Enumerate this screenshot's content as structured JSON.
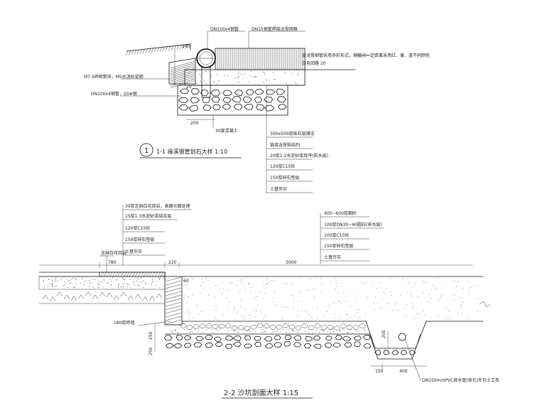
{
  "section_1_1": {
    "number": "1",
    "title": "1-1 缘溪钢管划石大样  1:10",
    "labels": {
      "pipe_top": "DN150x4钢管",
      "planting": "DN15钢管焊接龙骨网格",
      "left_mortar": "M7.5砖砌筑块，M5水泥砂浆砌",
      "left_pipe": "DN100x4钢管，20#钢",
      "bottom_anchor": "30度混凝土",
      "dim_240": "240",
      "dim_20": "20",
      "dim_200": "200",
      "right_note_1": "层龙骨钢管采用多彩形式，钢管间一定距离采用红、黄、蓝不同颜色",
      "right_note_2": "白色回路 20"
    },
    "layers": [
      "300x500厚砾石层铺设",
      "链接龙骨粘结剂",
      "20厚1:2水泥砂浆找平(防水层)",
      "120厚C15砼",
      "150厚碎石垫层",
      "土基夯实"
    ]
  },
  "section_2_2": {
    "title": "2-2 沙坑剖面大样  1:15",
    "left_layers": [
      "30厚芝麻白花岗岩，表面光面处理",
      "15厚1:3水泥砂浆结合层",
      "120厚C15砼",
      "150厚碎石垫层",
      "土基夯实"
    ],
    "right_layers": [
      "400~600厚细砂",
      "100厚DN30~60圆石(排水层)",
      "100厚C15砼",
      "150厚碎石垫层",
      "土基夯实"
    ],
    "dims": {
      "d780": "780",
      "d220": "220",
      "d3000": "3000",
      "d150": "150",
      "d400": "400",
      "d200": "200",
      "d60": "60",
      "d250a": "250",
      "d250b": "250"
    },
    "labels": {
      "edge": "芝麻白花岗岩",
      "wall": "180厚砖墙",
      "pipe": "DN150mmPVC排水管(穿孔)外包土工布"
    }
  }
}
